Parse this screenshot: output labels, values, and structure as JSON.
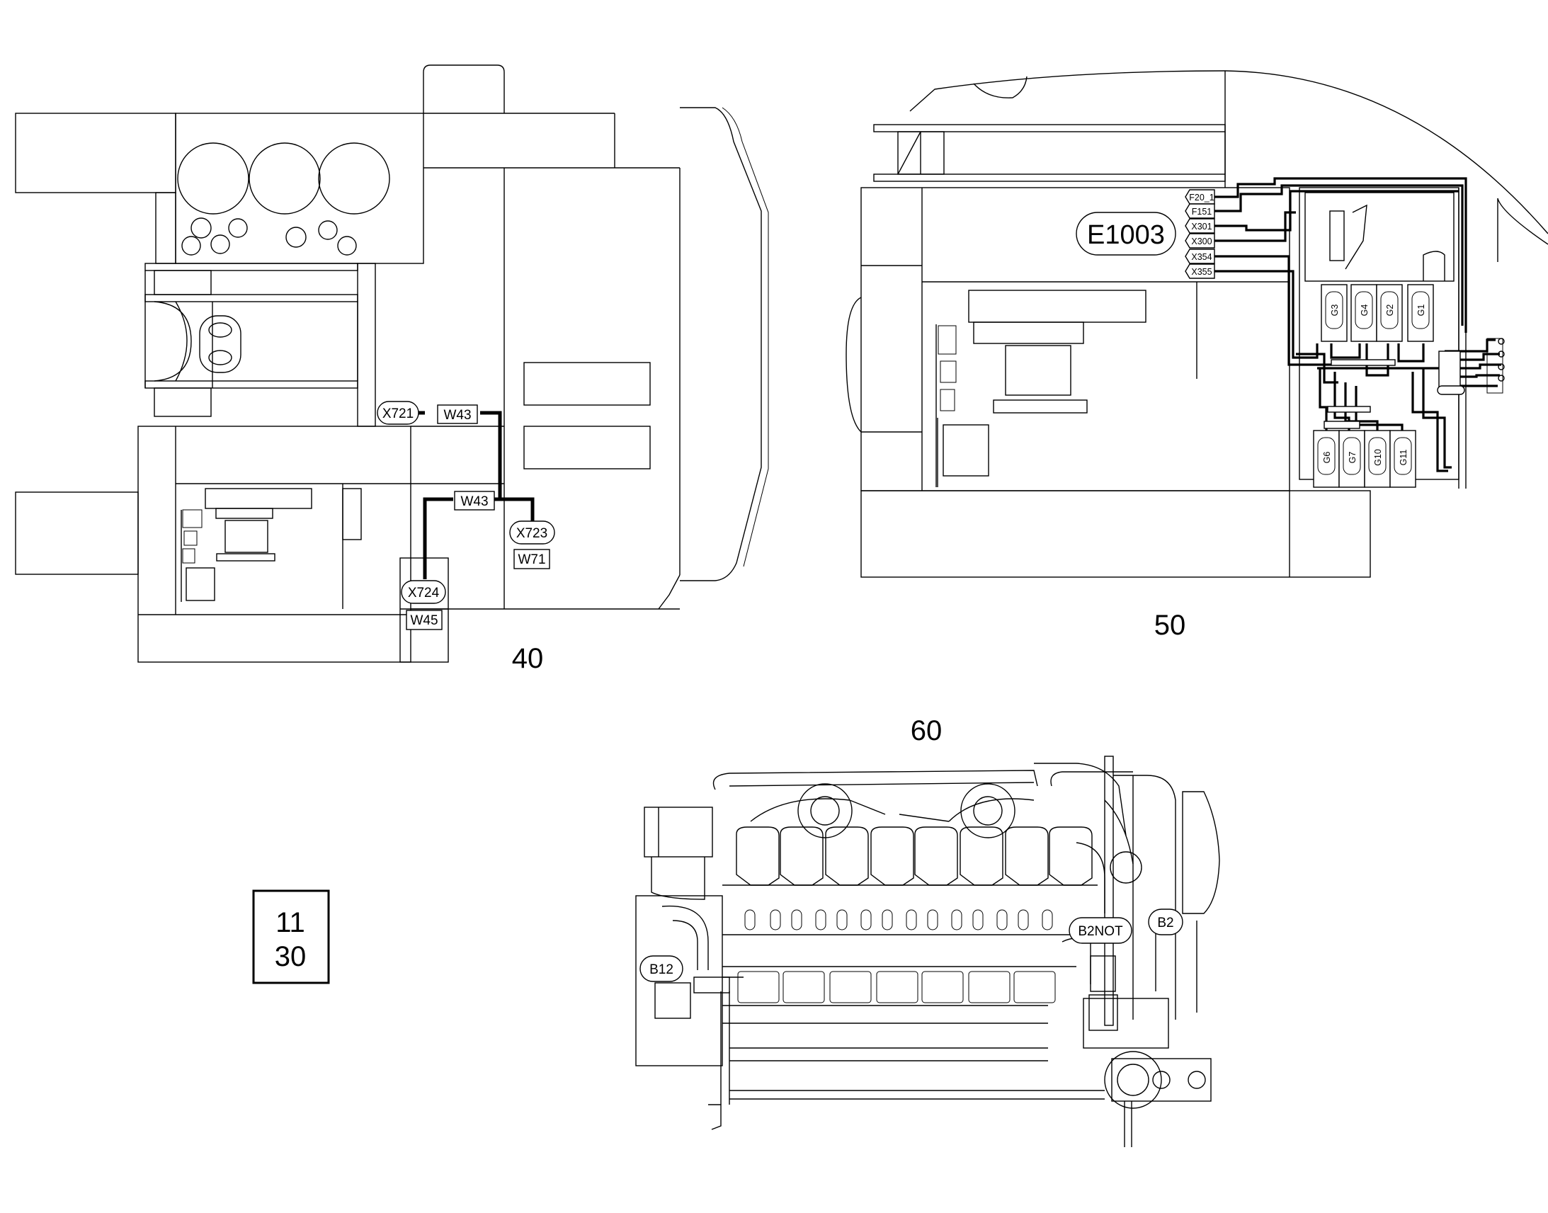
{
  "views": {
    "v40": "40",
    "v50": "50",
    "v60": "60"
  },
  "view40": {
    "connectors": {
      "x721": "X721",
      "x723": "X723",
      "x724": "X724"
    },
    "harnesses": {
      "w43_a": "W43",
      "w43_b": "W43",
      "w71": "W71",
      "w45": "W45"
    }
  },
  "view50": {
    "component": "E1003",
    "terminals": [
      "F20_1",
      "F151",
      "X301",
      "X300",
      "X354",
      "X355"
    ],
    "glow_plugs_top": [
      "G3",
      "G4",
      "G2",
      "G1"
    ],
    "glow_plugs_bottom": [
      "G6",
      "G7",
      "G10",
      "G11"
    ]
  },
  "view60": {
    "sensors": {
      "b12": "B12",
      "b2not": "B2NOT",
      "b2": "B2"
    }
  },
  "sheet_ref": {
    "top": "11",
    "bottom": "30"
  },
  "colors": {
    "line": "#000000",
    "background": "#ffffff"
  }
}
